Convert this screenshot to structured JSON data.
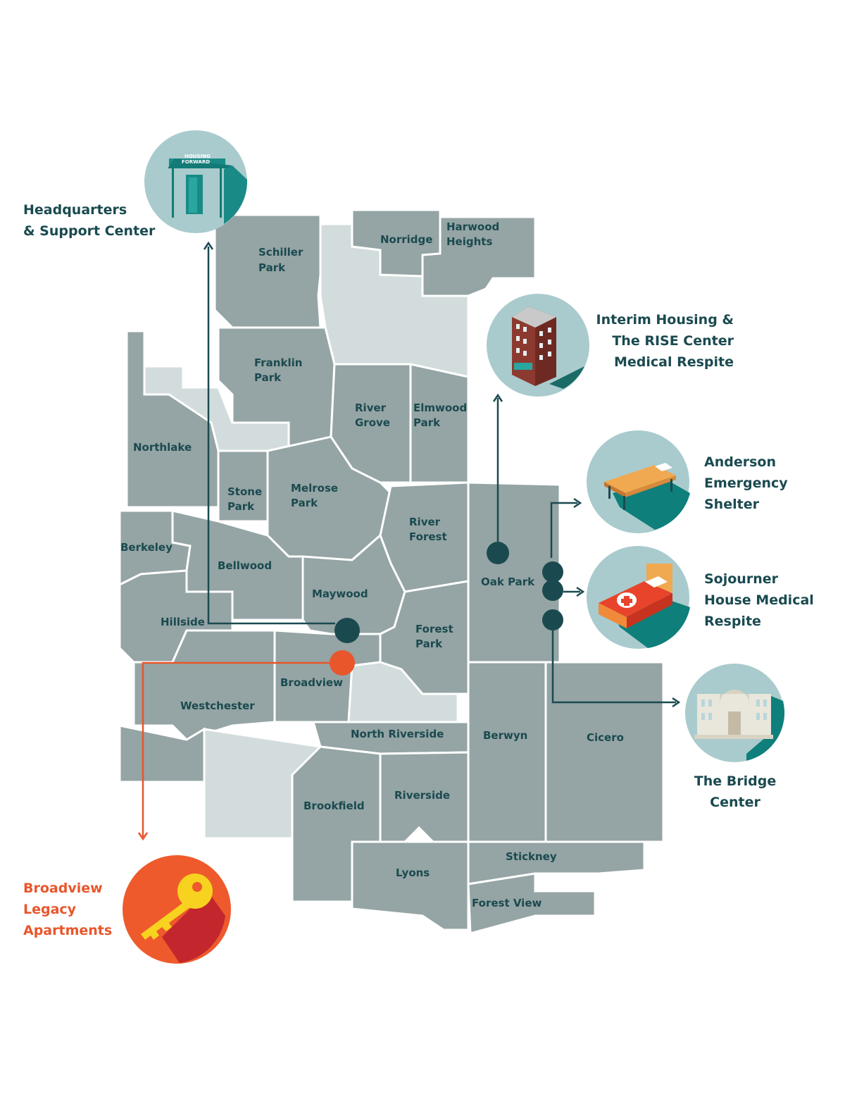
{
  "colors": {
    "municipality": "#95a4a4",
    "municipality_light": "#d3dcdc",
    "accent_teal": "#1a4a50",
    "accent_orange": "#e8562b",
    "icon_circle": "#a9cbcd"
  },
  "municipalities": [
    {
      "name_lines": [
        "Schiller",
        "Park"
      ]
    },
    {
      "name_lines": [
        "Norridge"
      ]
    },
    {
      "name_lines": [
        "Harwood",
        "Heights"
      ]
    },
    {
      "name_lines": [
        "Franklin",
        "Park"
      ]
    },
    {
      "name_lines": [
        "River",
        "Grove"
      ]
    },
    {
      "name_lines": [
        "Elmwood",
        "Park"
      ]
    },
    {
      "name_lines": [
        "Northlake"
      ]
    },
    {
      "name_lines": [
        "Stone",
        "Park"
      ]
    },
    {
      "name_lines": [
        "Melrose",
        "Park"
      ]
    },
    {
      "name_lines": [
        "River",
        "Forest"
      ]
    },
    {
      "name_lines": [
        "Berkeley"
      ]
    },
    {
      "name_lines": [
        "Bellwood"
      ]
    },
    {
      "name_lines": [
        "Maywood"
      ]
    },
    {
      "name_lines": [
        "Oak Park"
      ]
    },
    {
      "name_lines": [
        "Hillside"
      ]
    },
    {
      "name_lines": [
        "Forest",
        "Park"
      ]
    },
    {
      "name_lines": [
        "Broadview"
      ]
    },
    {
      "name_lines": [
        "Westchester"
      ]
    },
    {
      "name_lines": [
        "North Riverside"
      ]
    },
    {
      "name_lines": [
        "Berwyn"
      ]
    },
    {
      "name_lines": [
        "Cicero"
      ]
    },
    {
      "name_lines": [
        "Brookfield"
      ]
    },
    {
      "name_lines": [
        "Riverside"
      ]
    },
    {
      "name_lines": [
        "Stickney"
      ]
    },
    {
      "name_lines": [
        "Lyons"
      ]
    },
    {
      "name_lines": [
        "Forest View"
      ]
    }
  ],
  "sites": {
    "headquarters": {
      "lines": [
        "Headquarters",
        "& Support Center"
      ],
      "icon": "building-entrance-icon",
      "sign_line1": "HOUSING",
      "sign_line2": "FORWARD"
    },
    "interim": {
      "lines": [
        "Interim Housing &",
        "The RISE Center",
        "Medical Respite"
      ],
      "icon": "apartment-building-icon"
    },
    "anderson": {
      "lines": [
        "Anderson",
        "Emergency",
        "Shelter"
      ],
      "icon": "cot-icon"
    },
    "sojourner": {
      "lines": [
        "Sojourner",
        "House Medical",
        "Respite"
      ],
      "icon": "medical-bed-icon"
    },
    "bridge": {
      "lines": [
        "The Bridge",
        "Center"
      ],
      "icon": "civic-building-icon"
    },
    "broadview": {
      "lines": [
        "Broadview",
        "Legacy",
        "Apartments"
      ],
      "icon": "key-icon"
    }
  }
}
